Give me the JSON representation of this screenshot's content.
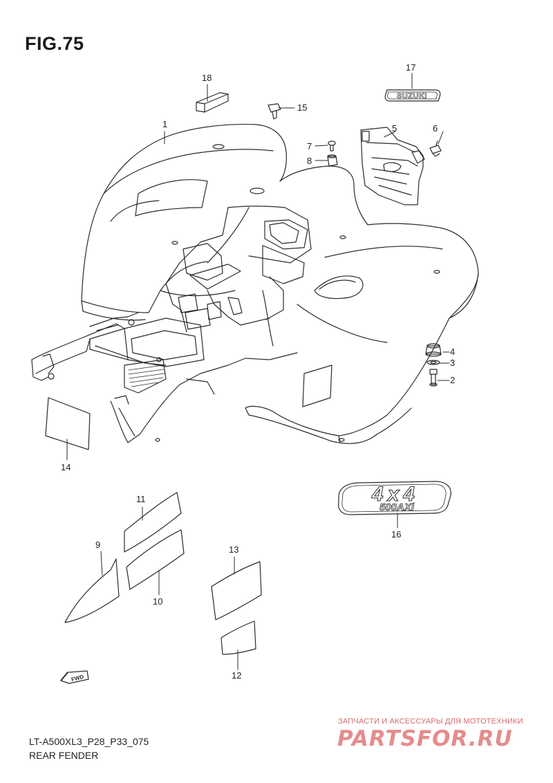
{
  "figure": {
    "title": "FIG.75",
    "code": "LT-A500XL3_P28_P33_075",
    "name": "REAR FENDER"
  },
  "callouts": [
    {
      "id": "c1",
      "label": "1"
    },
    {
      "id": "c2",
      "label": "2"
    },
    {
      "id": "c3",
      "label": "3"
    },
    {
      "id": "c4",
      "label": "4"
    },
    {
      "id": "c5",
      "label": "5"
    },
    {
      "id": "c6",
      "label": "6"
    },
    {
      "id": "c7",
      "label": "7"
    },
    {
      "id": "c8",
      "label": "8"
    },
    {
      "id": "c9",
      "label": "9"
    },
    {
      "id": "c10",
      "label": "10"
    },
    {
      "id": "c11",
      "label": "11"
    },
    {
      "id": "c12",
      "label": "12"
    },
    {
      "id": "c13",
      "label": "13"
    },
    {
      "id": "c14",
      "label": "14"
    },
    {
      "id": "c15",
      "label": "15"
    },
    {
      "id": "c16",
      "label": "16"
    },
    {
      "id": "c17",
      "label": "17"
    },
    {
      "id": "c18",
      "label": "18"
    }
  ],
  "emblems": {
    "suzuki": "SUZUKI",
    "model_top": "4x4",
    "model_bottom": "500AXi",
    "fwd": "FWD"
  },
  "watermark": {
    "tagline": "ЗАПЧАСТИ И АКСЕССУАРЫ ДЛЯ МОТОТЕХНИКИ",
    "logo": "PARTSFOR.RU"
  },
  "colors": {
    "line": "#2a2a2a",
    "watermark": "#e48c8c"
  }
}
